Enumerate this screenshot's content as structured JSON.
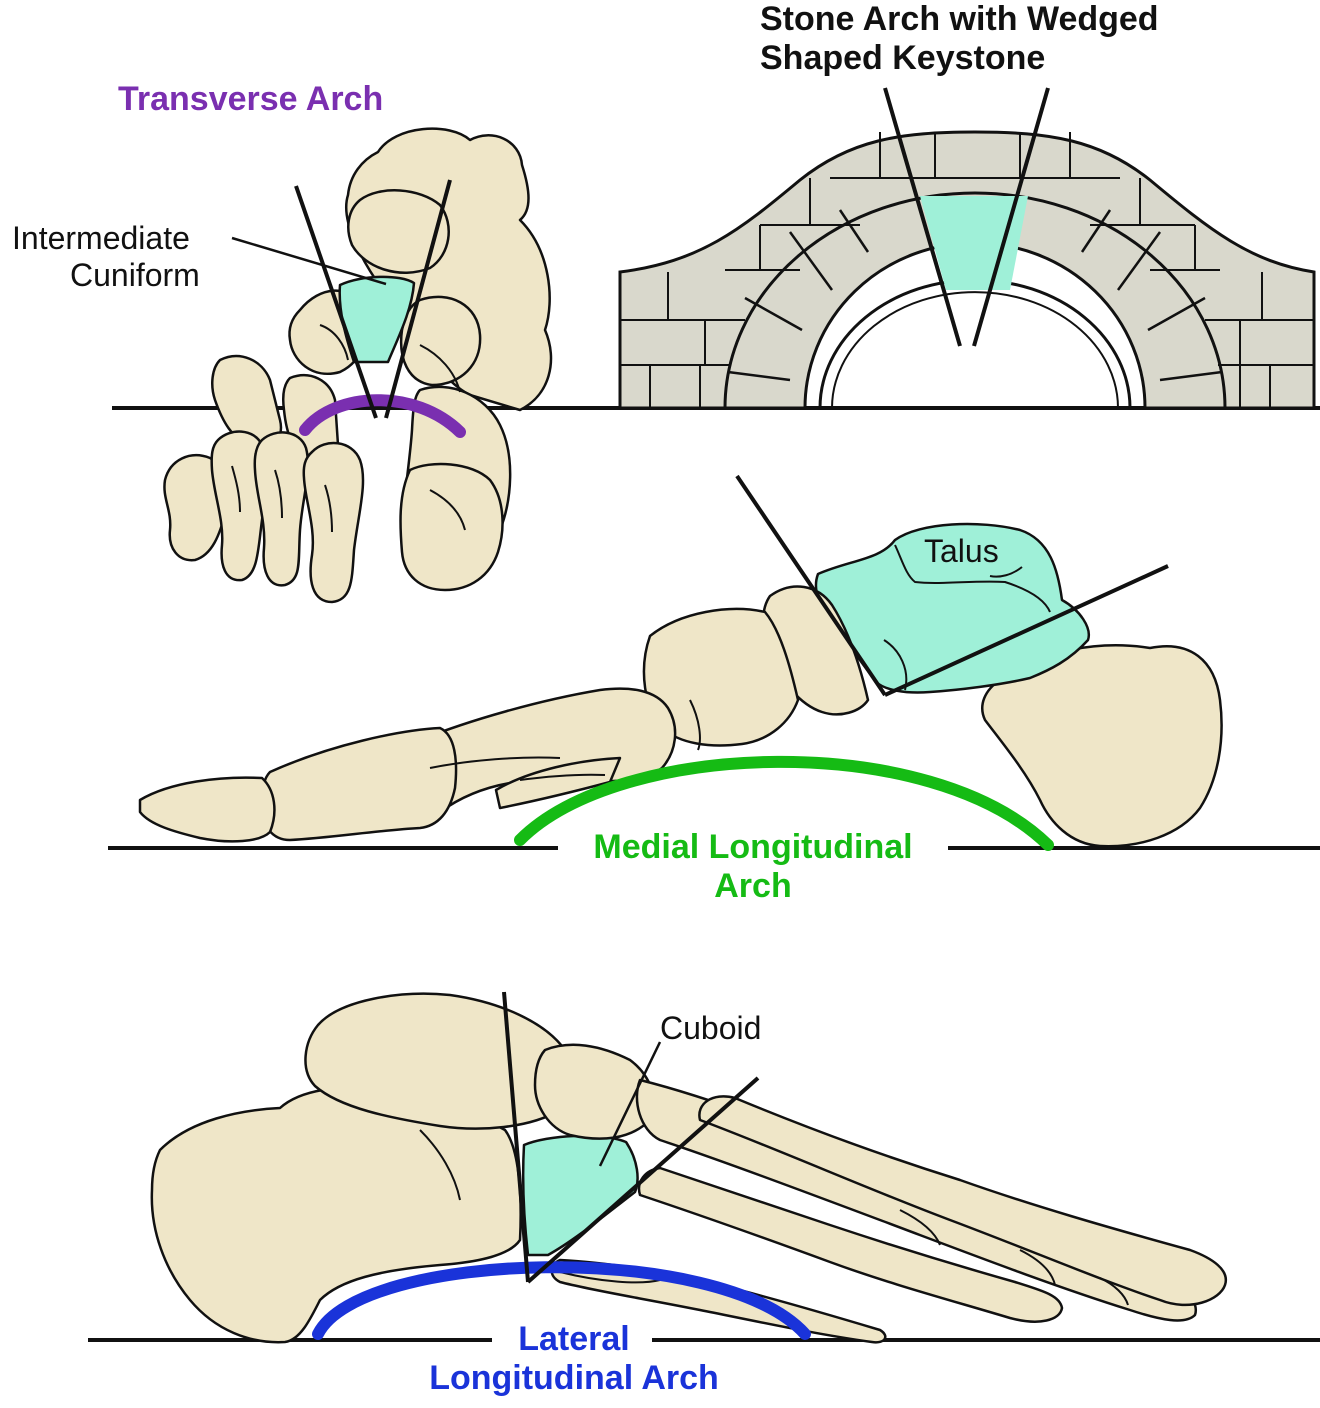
{
  "labels": {
    "stone_arch_title": [
      "Stone Arch with Wedged",
      "Shaped Keystone"
    ],
    "transverse_arch": "Transverse Arch",
    "intermediate_cuniform": [
      "Intermediate",
      "Cuniform"
    ],
    "talus": "Talus",
    "medial_longitudinal_arch": [
      "Medial Longitudinal",
      "Arch"
    ],
    "cuboid": "Cuboid",
    "lateral_longitudinal_arch": [
      "Lateral",
      "Longitudinal Arch"
    ]
  },
  "colors": {
    "bone": "#efe6c8",
    "outline": "#111111",
    "keystone": "#9ff0d8",
    "stone": "#d9d8cc",
    "transverse": "#7a2fb0",
    "medial": "#15bb14",
    "lateral": "#1a33d9"
  }
}
